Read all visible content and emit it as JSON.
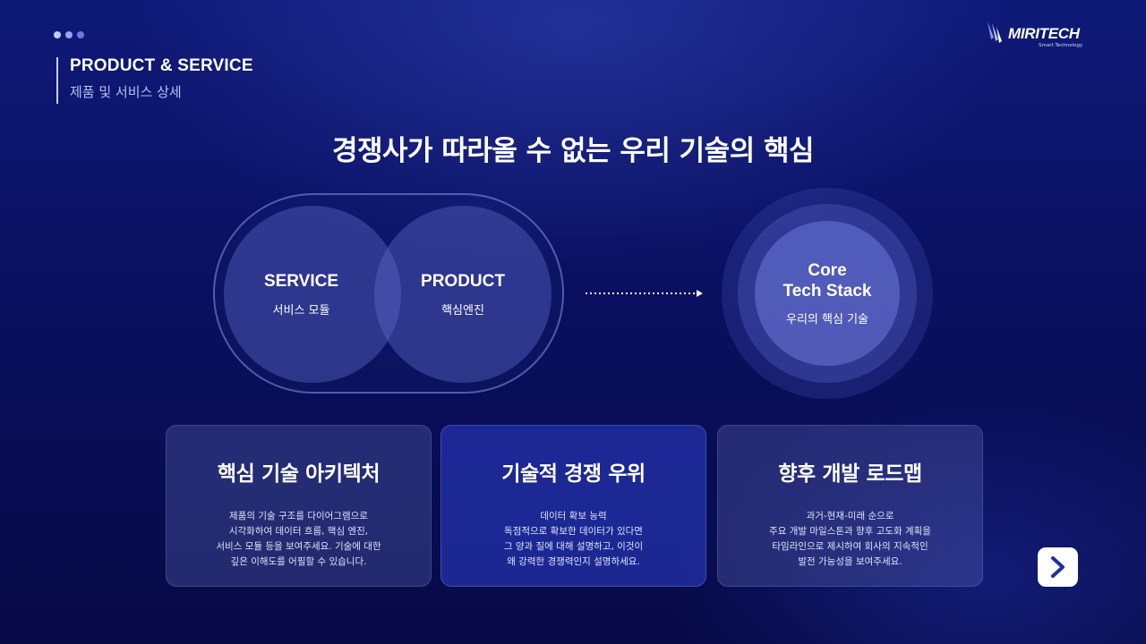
{
  "header": {
    "section_title": "PRODUCT & SERVICE",
    "section_subtitle": "제품 및 서비스 상세",
    "dot_colors": [
      "#c7ccf7",
      "#9aa3f0",
      "#6d78e6"
    ]
  },
  "logo": {
    "name": "MIRITECH",
    "tagline": "Smart Technology",
    "icon": "wing-logo-icon"
  },
  "main_title": "경쟁사가 따라올 수 없는 우리 기술의 핵심",
  "venn": {
    "left": {
      "title": "SERVICE",
      "subtitle": "서비스 모듈"
    },
    "right": {
      "title": "PRODUCT",
      "subtitle": "핵심엔진"
    }
  },
  "core": {
    "title_line1": "Core",
    "title_line2": "Tech Stack",
    "subtitle": "우리의 핵심 기술"
  },
  "cards": [
    {
      "title": "핵심 기술 아키텍처",
      "lines": [
        "제품의 기술 구조를 다이어그램으로",
        "시각화하여 데이터 흐름, 핵심 엔진,",
        "서비스 모듈 등을 보여주세요. 기술에 대한",
        "깊은 이해도를 어필할 수 있습니다."
      ]
    },
    {
      "title": "기술적 경쟁 우위",
      "lines": [
        "데이터 확보 능력",
        "독점적으로 확보한 데이터가 있다면",
        "그 양과 질에 대해 설명하고, 이것이",
        "왜 강력한 경쟁력인지 설명하세요."
      ]
    },
    {
      "title": "향후 개발 로드맵",
      "lines": [
        "과거-현재-미래 순으로",
        "주요 개발 마일스톤과 향후 고도화 계획을",
        "타임라인으로 제시하여 회사의 지속적인",
        "발전 가능성을 보여주세요."
      ]
    }
  ],
  "navigation": {
    "next_icon": "chevron-right-icon",
    "accent": "#1f2fa8"
  }
}
